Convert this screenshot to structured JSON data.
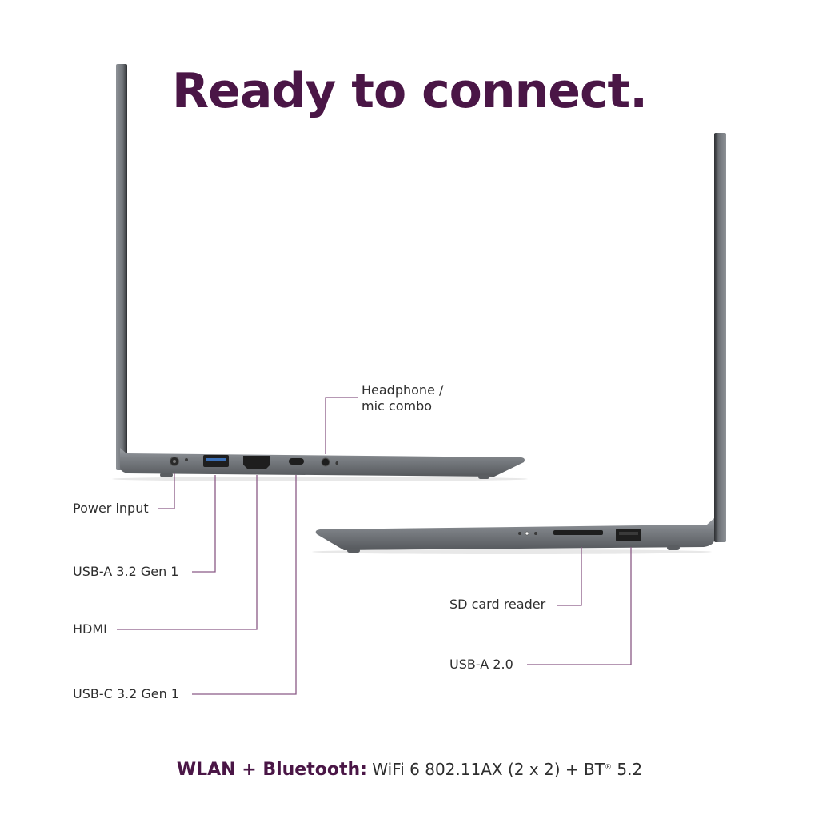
{
  "headline": "Ready to connect.",
  "left_ports": {
    "headphone": "Headphone /\nmic combo",
    "power": "Power input",
    "usb_a_32": "USB-A 3.2 Gen 1",
    "hdmi": "HDMI",
    "usb_c_32": "USB-C 3.2 Gen 1"
  },
  "right_ports": {
    "sd_card": "SD card reader",
    "usb_a_20": "USB-A 2.0"
  },
  "footer": {
    "label": "WLAN + Bluetooth:",
    "spec_main": "WiFi 6 802.11AX (2 x 2) + BT",
    "spec_sup": "®",
    "spec_end": " 5.2"
  },
  "colors": {
    "headline": "#4a1646",
    "leader_lines": "#8a5a86",
    "laptop_body": "#7b7f84"
  }
}
